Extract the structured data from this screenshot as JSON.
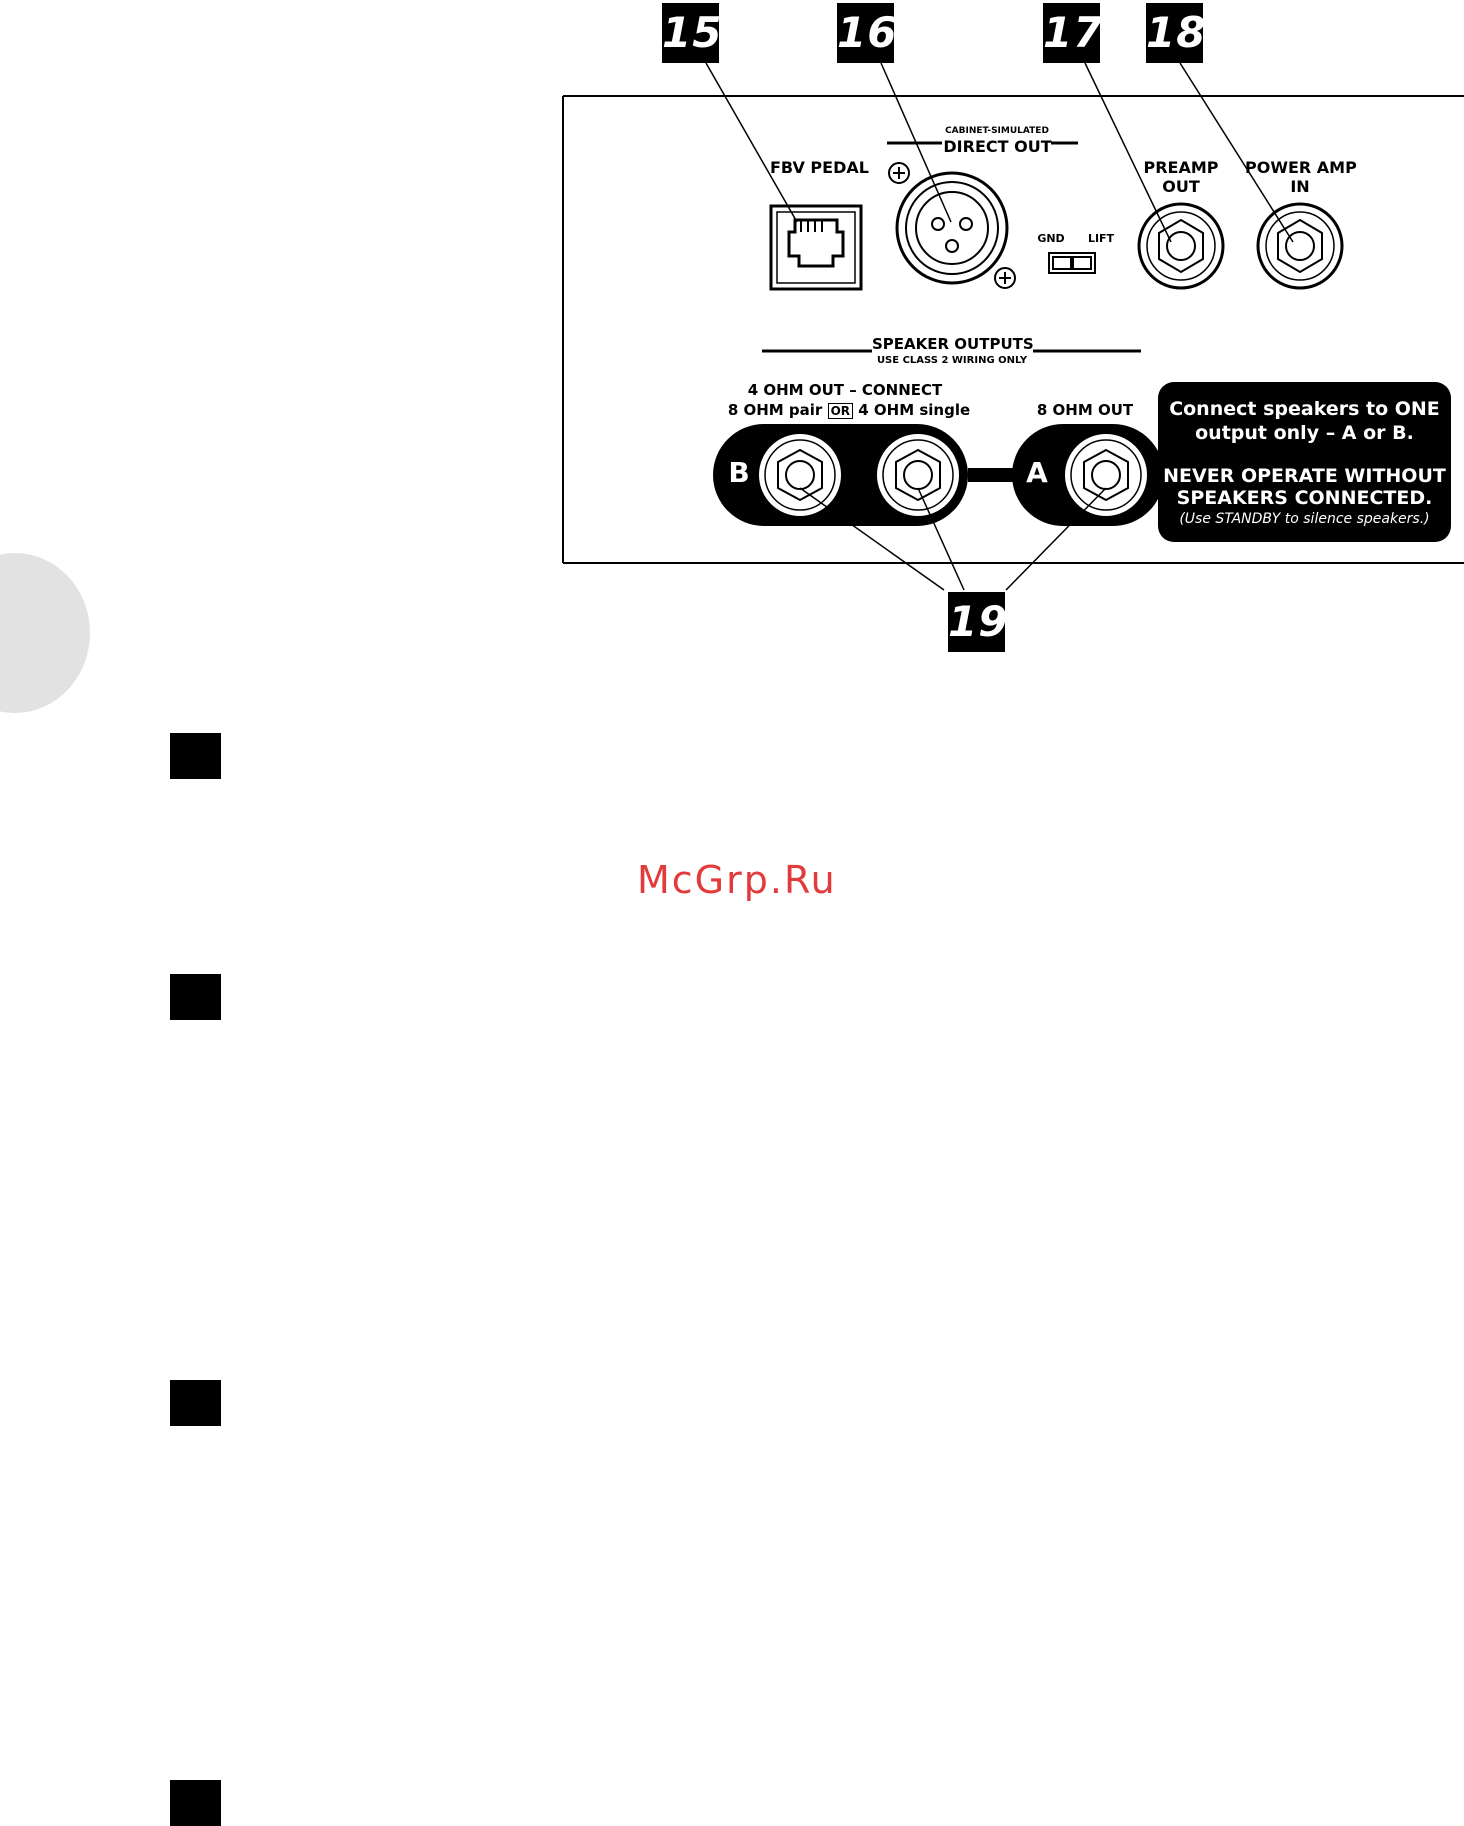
{
  "callouts": {
    "c15": "15",
    "c16": "16",
    "c17": "17",
    "c18": "18",
    "c19": "19"
  },
  "panel": {
    "fbv_pedal": "FBV PEDAL",
    "direct_out_sub": "CABINET-SIMULATED",
    "direct_out": "DIRECT OUT",
    "gnd": "GND",
    "lift": "LIFT",
    "preamp_out_1": "PREAMP",
    "preamp_out_2": "OUT",
    "power_amp_in_1": "POWER AMP",
    "power_amp_in_2": "IN",
    "speaker_outputs": "SPEAKER OUTPUTS",
    "speaker_outputs_sub": "USE CLASS 2 WIRING ONLY",
    "b_output_line1": "4 OHM OUT – CONNECT",
    "b_output_line2a": "8 OHM pair",
    "b_output_or": "OR",
    "b_output_line2b": "4 OHM single",
    "a_output_label": "8 OHM OUT",
    "b_letter": "B",
    "a_letter": "A"
  },
  "notice": {
    "line1": "Connect speakers to ONE",
    "line2": "output only – A or B.",
    "line3": "NEVER OPERATE WITHOUT",
    "line4": "SPEAKERS CONNECTED.",
    "line5": "(Use STANDBY to silence speakers.)"
  },
  "watermark": "McGrp.Ru"
}
